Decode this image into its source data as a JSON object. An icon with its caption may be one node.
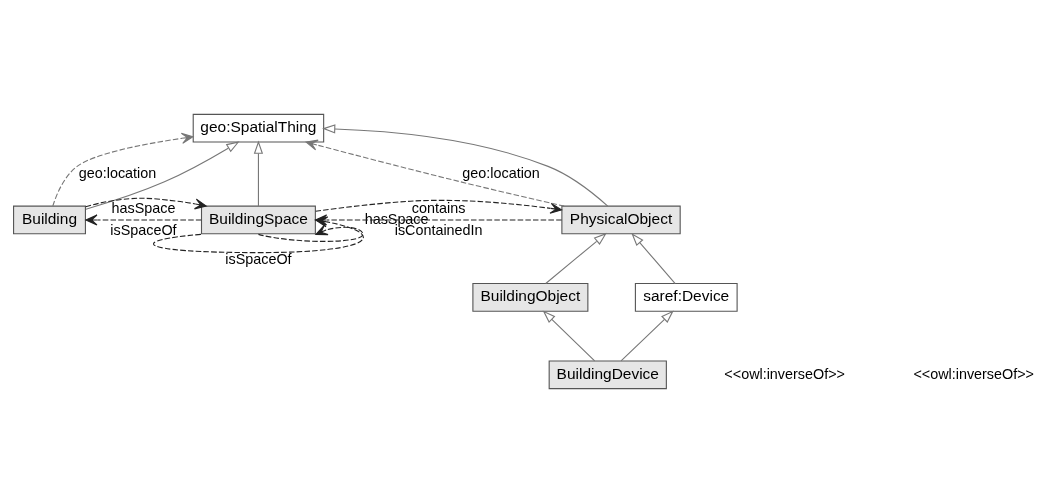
{
  "diagram": {
    "nodes": [
      {
        "text": [
          "geo:SpatialThing"
        ]
      },
      {
        "text": [
          "Building"
        ]
      },
      {
        "text": [
          "BuildingSpace"
        ]
      },
      {
        "text": [
          "PhysicalObject"
        ]
      },
      {
        "text": [
          "BuildingObject"
        ]
      },
      {
        "text": [
          "saref:Device"
        ]
      },
      {
        "text": [
          "BuildingDevice"
        ]
      }
    ],
    "edges": [
      {
        "from": 1,
        "to": 0,
        "arrow": "to",
        "label": "geo:location",
        "style": "dashed"
      },
      {
        "from": 3,
        "to": 0,
        "arrow": "to",
        "label": "geo:location",
        "style": "dashed"
      },
      {
        "from": 1,
        "to": 0,
        "arrow": "to"
      },
      {
        "from": 2,
        "to": 0,
        "arrow": "to"
      },
      {
        "from": 3,
        "to": 0,
        "arrow": "to"
      },
      {
        "from": 1,
        "to": 2,
        "arrow": "to",
        "label": "hasSpace",
        "style": "dashed",
        "color": "#222222"
      },
      {
        "from": 2,
        "to": 1,
        "arrow": "to",
        "label": "isSpaceOf",
        "style": "dashed",
        "color": "#222222"
      },
      {
        "from": 2,
        "to": 3,
        "arrow": "to",
        "label": "contains",
        "style": "dashed",
        "color": "#222222"
      },
      {
        "from": 3,
        "to": 2,
        "arrow": "to",
        "label": "isContainedIn",
        "style": "dashed",
        "color": "#222222"
      },
      {
        "from": 2,
        "to": 2,
        "arrow": "to",
        "label": "hasSpace",
        "style": "dashed",
        "color": "#222222"
      },
      {
        "from": 2,
        "to": 2,
        "arrow": "to",
        "label": "isSpaceOf",
        "style": "dashed",
        "color": "#222222"
      },
      {
        "from": 4,
        "to": 3,
        "arrow": "to"
      },
      {
        "from": 5,
        "to": 3,
        "arrow": "to"
      },
      {
        "from": 6,
        "to": 4,
        "arrow": "to"
      },
      {
        "from": 6,
        "to": 5,
        "arrow": "to"
      }
    ],
    "labels": [
      "<<owl:inverseOf>>",
      "<<owl:inverseOf>>"
    ]
  }
}
